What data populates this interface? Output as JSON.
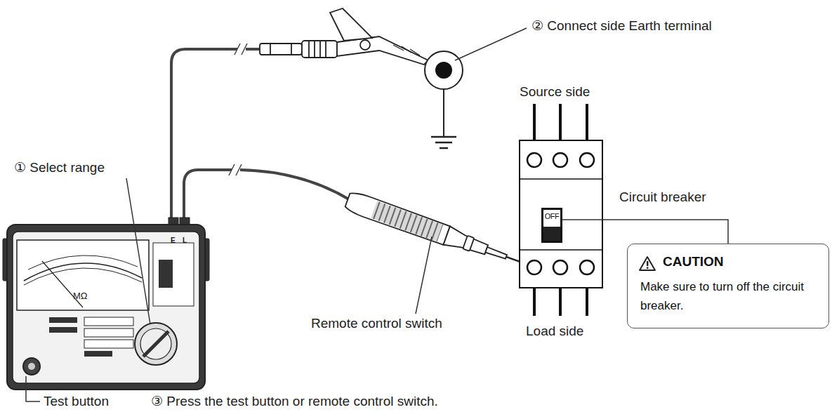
{
  "diagram": {
    "nodes": [
      {
        "text": [
          "OFF"
        ]
      },
      {
        "text": [
          "CAUTION",
          "Make sure to turn off the circuit breaker."
        ]
      }
    ],
    "edges": [
      {
        "from": 0,
        "to": 1,
        "arrow": "none"
      }
    ],
    "labels": [
      "② Connect side Earth terminal",
      "Source side",
      "① Select range",
      "Circuit breaker",
      "Remote control switch",
      "Load side",
      "Test button",
      "③ Press the test button or remote control switch.",
      "MΩ",
      "E",
      "L"
    ]
  }
}
